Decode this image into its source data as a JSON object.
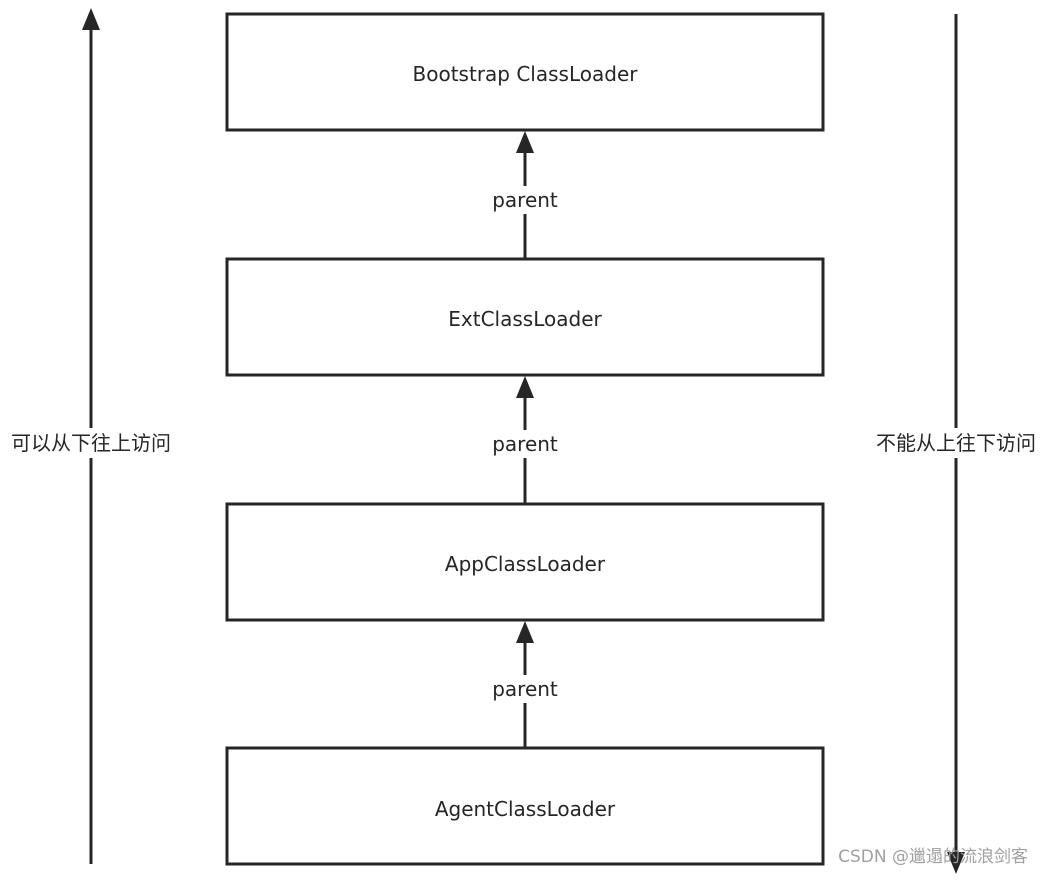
{
  "diagram": {
    "nodes": [
      {
        "id": "bootstrap",
        "label": "Bootstrap ClassLoader"
      },
      {
        "id": "ext",
        "label": "ExtClassLoader"
      },
      {
        "id": "app",
        "label": "AppClassLoader"
      },
      {
        "id": "agent",
        "label": "AgentClassLoader"
      }
    ],
    "edges": [
      {
        "from": "ext",
        "to": "bootstrap",
        "label": "parent"
      },
      {
        "from": "app",
        "to": "ext",
        "label": "parent"
      },
      {
        "from": "agent",
        "to": "app",
        "label": "parent"
      }
    ],
    "left_axis": {
      "label": "可以从下往上访问",
      "direction": "up"
    },
    "right_axis": {
      "label": "不能从上往下访问",
      "direction": "down"
    },
    "watermark": "CSDN @邋遢的流浪剑客",
    "colors": {
      "line": "#262626",
      "background": "#ffffff",
      "watermark": "#a0a0a0"
    }
  }
}
